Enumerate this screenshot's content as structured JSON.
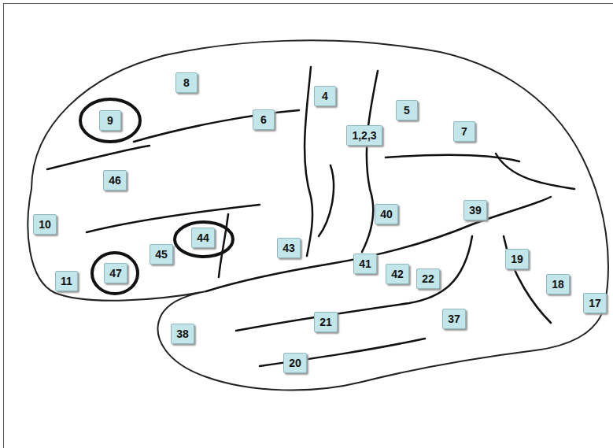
{
  "diagram": {
    "nodes": [
      {
        "text": [
          "8"
        ]
      },
      {
        "text": [
          "4"
        ]
      },
      {
        "text": [
          "5"
        ]
      },
      {
        "text": [
          "9"
        ]
      },
      {
        "text": [
          "6"
        ]
      },
      {
        "text": [
          "1,2,3"
        ]
      },
      {
        "text": [
          "7"
        ]
      },
      {
        "text": [
          "46"
        ]
      },
      {
        "text": [
          "39"
        ]
      },
      {
        "text": [
          "40"
        ]
      },
      {
        "text": [
          "10"
        ]
      },
      {
        "text": [
          "44"
        ]
      },
      {
        "text": [
          "43"
        ]
      },
      {
        "text": [
          "45"
        ]
      },
      {
        "text": [
          "19"
        ]
      },
      {
        "text": [
          "41"
        ]
      },
      {
        "text": [
          "47"
        ]
      },
      {
        "text": [
          "42"
        ]
      },
      {
        "text": [
          "22"
        ]
      },
      {
        "text": [
          "11"
        ]
      },
      {
        "text": [
          "18"
        ]
      },
      {
        "text": [
          "17"
        ]
      },
      {
        "text": [
          "37"
        ]
      },
      {
        "text": [
          "21"
        ]
      },
      {
        "text": [
          "38"
        ]
      },
      {
        "text": [
          "20"
        ]
      }
    ]
  }
}
